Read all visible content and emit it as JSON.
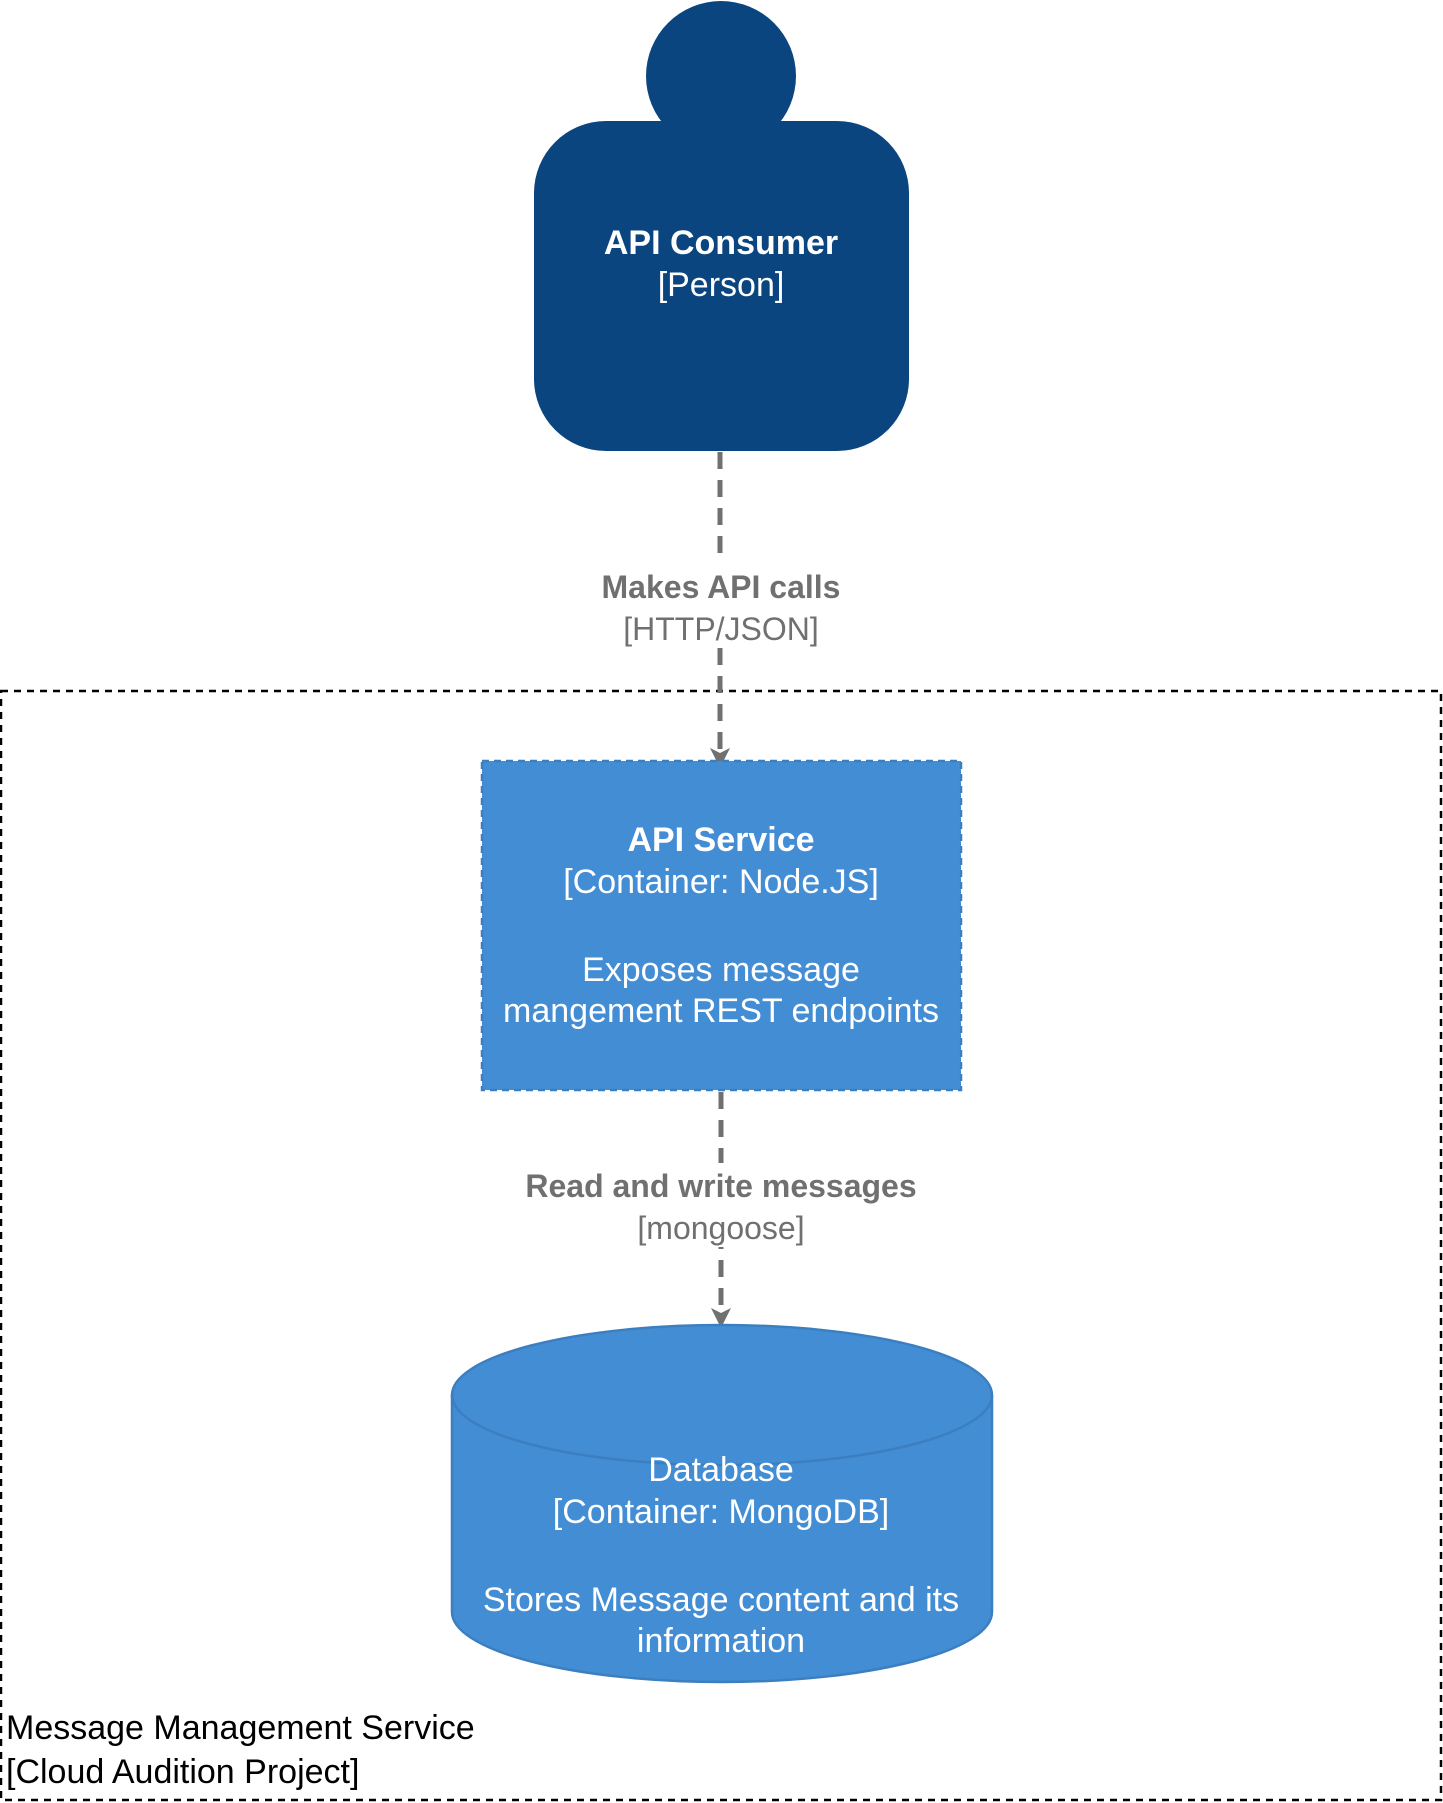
{
  "colors": {
    "person_fill": "#0b4580",
    "container_fill": "#438dd5",
    "container_stroke": "#3c7fc0",
    "arrow": "#707070",
    "boundary": "#000000",
    "text_light": "#ffffff",
    "text_label": "#707070"
  },
  "person": {
    "icon": "person-icon",
    "name": "API Consumer",
    "type": "[Person]"
  },
  "api_service": {
    "name": "API Service",
    "type": "[Container: Node.JS]",
    "description_line1": "Exposes message",
    "description_line2": "mangement REST endpoints"
  },
  "database": {
    "icon": "cylinder-database-shape",
    "name": "Database",
    "type": "[Container: MongoDB]",
    "description_line1": "Stores Message content and its",
    "description_line2": "information"
  },
  "relations": [
    {
      "label": "Makes API calls",
      "technology": "[HTTP/JSON]"
    },
    {
      "label": "Read and write messages",
      "technology": "[mongoose]"
    }
  ],
  "boundary": {
    "name": "Message Management Service",
    "type": "[Cloud Audition Project]"
  }
}
